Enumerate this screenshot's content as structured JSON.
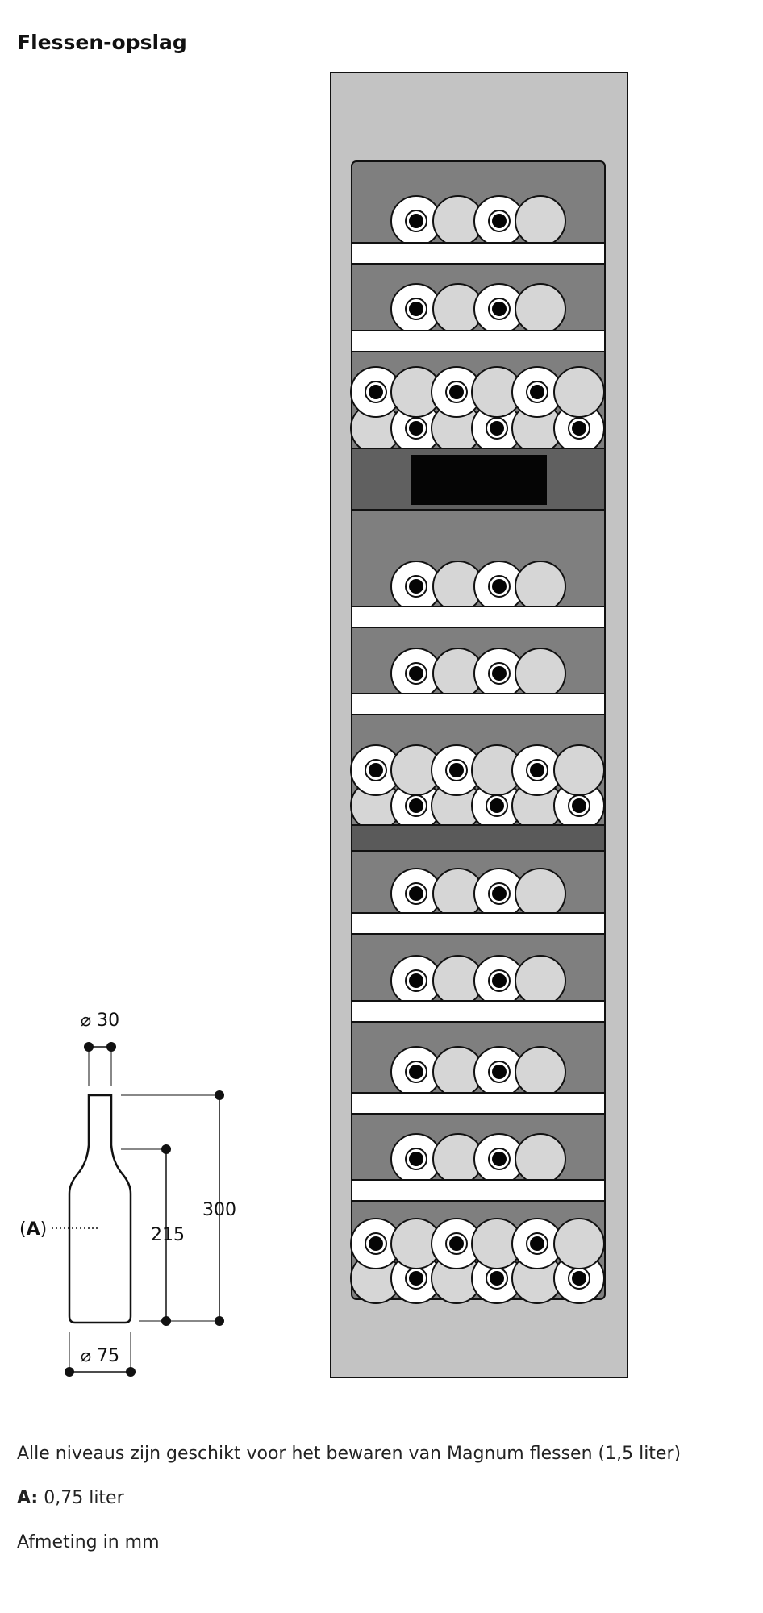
{
  "title": "Flessen-opslag",
  "bottle": {
    "neck_diameter": "⌀ 30",
    "body_diameter": "⌀ 75",
    "total_height": "300",
    "shoulder_height": "215",
    "label_open": "(",
    "label_letter": "A",
    "label_close": ")"
  },
  "notes": {
    "magnum": "Alle niveaus zijn geschikt voor het bewaren van Magnum flessen (1,5 liter)",
    "a_key": "A:",
    "a_value": " 0,75 liter",
    "units": "Afmeting in mm"
  },
  "colors": {
    "cabinet": "#c3c3c3",
    "interior": "#7f7f7f",
    "display_panel": "#606060",
    "display": "#050505",
    "shelf": "#ffffff",
    "bottle_bottom": "#d6d6d6",
    "bottle_neck": "#ffffff"
  }
}
